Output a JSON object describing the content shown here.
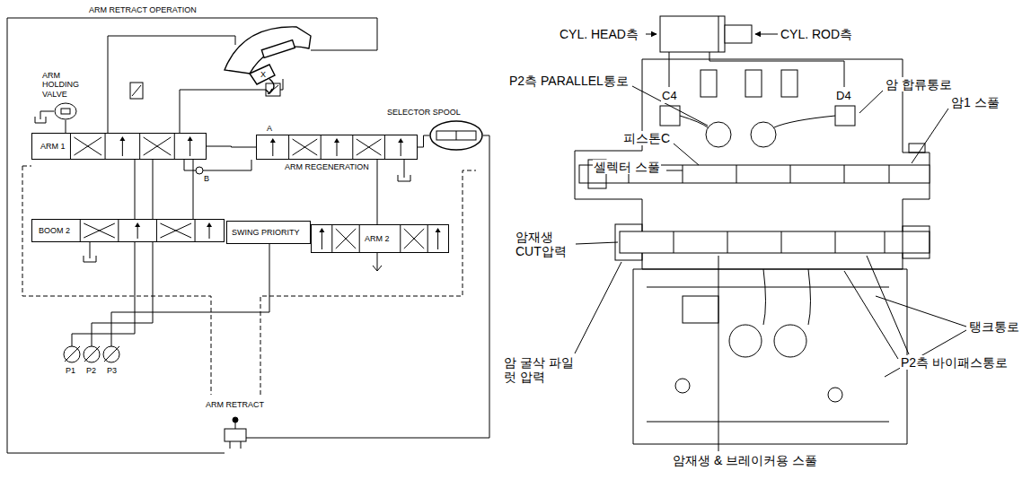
{
  "diagram": {
    "nodes": [
      {
        "text": [
          "ARM HOLDING VALVE"
        ]
      },
      {
        "text": [
          "ARM 1"
        ]
      },
      {
        "text": [
          "ARM REGENERATION"
        ]
      },
      {
        "text": [
          "SELECTOR SPOOL"
        ]
      },
      {
        "text": [
          "BOOM 2"
        ]
      },
      {
        "text": [
          "SWING PRIORITY"
        ]
      },
      {
        "text": [
          "ARM 2"
        ]
      }
    ],
    "edges": [
      {
        "from": 0,
        "to": 1,
        "arrow": "none"
      },
      {
        "from": 1,
        "to": 2,
        "arrow": "none"
      },
      {
        "from": 2,
        "to": 3,
        "arrow": "none"
      }
    ],
    "labels": [
      "ARM RETRACT OPERATION",
      "X",
      "A",
      "B",
      "P1",
      "P2",
      "P3",
      "ARM RETRACT",
      "CYL. HEAD측",
      "CYL. ROD측",
      "C4",
      "D4",
      "P2측 PARALLEL통로",
      "피스톤C",
      "암 합류통로",
      "암1 스풀",
      "셀렉터 스풀",
      "암재생 CUT압력",
      "암 굴삭 파일럿 압력",
      "암재생 & 브레이커용 스풀",
      "탱크통로",
      "P2측 바이패스통로"
    ]
  }
}
